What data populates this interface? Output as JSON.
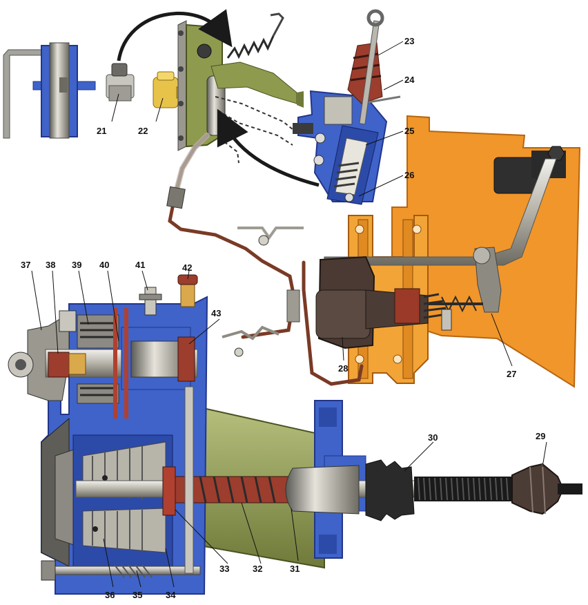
{
  "colors": {
    "housing": "#3f63c8",
    "housing_dark": "#22358a",
    "bracket": "#f0962a",
    "bracket_dark": "#c46a12",
    "hose": "#7a3a25",
    "rubber": "#9c3d2e",
    "steel": "#c9c6bd",
    "shadow": "#3b3b3b",
    "olive": "#8e9a4e",
    "brass": "#d9a94b"
  },
  "labels": [
    "21",
    "22",
    "23",
    "24",
    "25",
    "26",
    "27",
    "28",
    "29",
    "30",
    "31",
    "32",
    "33",
    "34",
    "35",
    "36",
    "37",
    "38",
    "39",
    "40",
    "41",
    "42",
    "43"
  ]
}
